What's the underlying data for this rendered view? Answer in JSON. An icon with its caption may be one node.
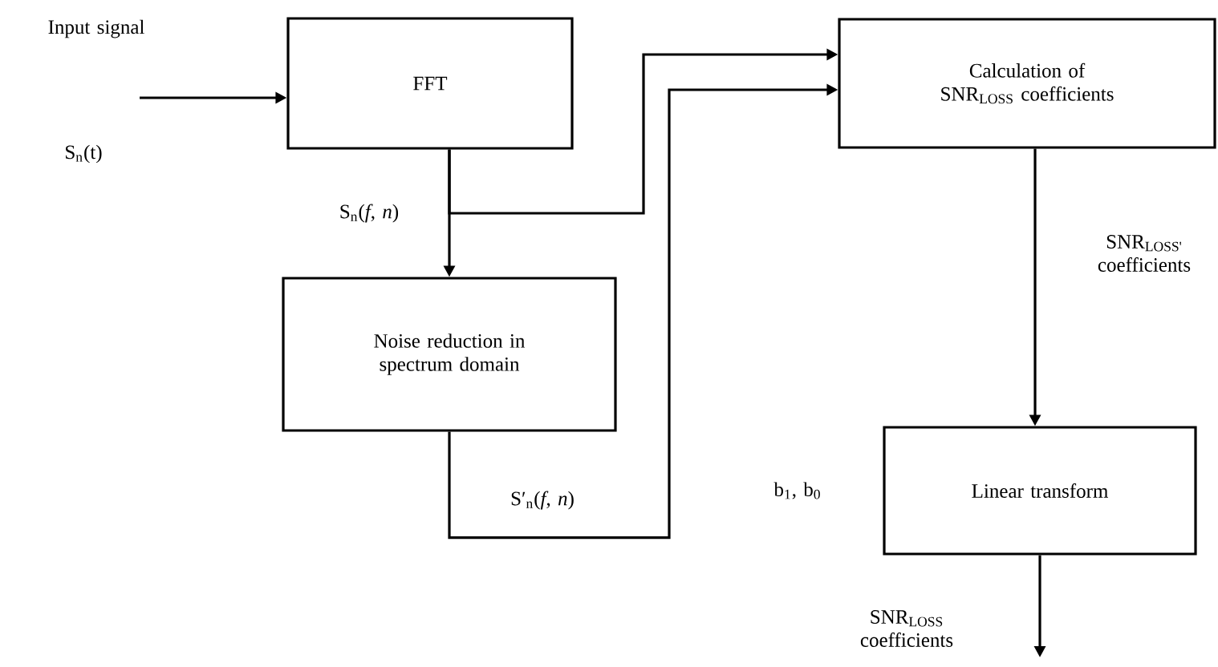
{
  "diagram": {
    "nodes": [
      {
        "text": [
          "FFT"
        ]
      },
      {
        "text": [
          "Noise reduction in spectrum domain"
        ]
      },
      {
        "text": [
          "Calculation of SNR$_{LOSS}$ coefficients"
        ]
      },
      {
        "text": [
          "Linear transform"
        ]
      }
    ],
    "edges": [
      {
        "from": null,
        "to": 0,
        "arrow": "to"
      },
      {
        "from": 0,
        "to": 1,
        "arrow": "to"
      },
      {
        "from": 0,
        "to": 2,
        "arrow": "to"
      },
      {
        "from": 1,
        "to": 2,
        "arrow": "to"
      },
      {
        "from": 2,
        "to": 3,
        "arrow": "to"
      },
      {
        "from": 3,
        "to": null,
        "arrow": "to"
      }
    ],
    "labels": [
      "Input signal",
      "S$_{n}$(t)",
      "S$_{n}$(*f*, *n*)",
      "S′$_{n}$(*f*, *n*)",
      "SNR$_{LOSS'}$ coefficients",
      "b$_{1}$, b$_{0}$",
      "SNR$_{LOSS}$ coefficients"
    ]
  }
}
